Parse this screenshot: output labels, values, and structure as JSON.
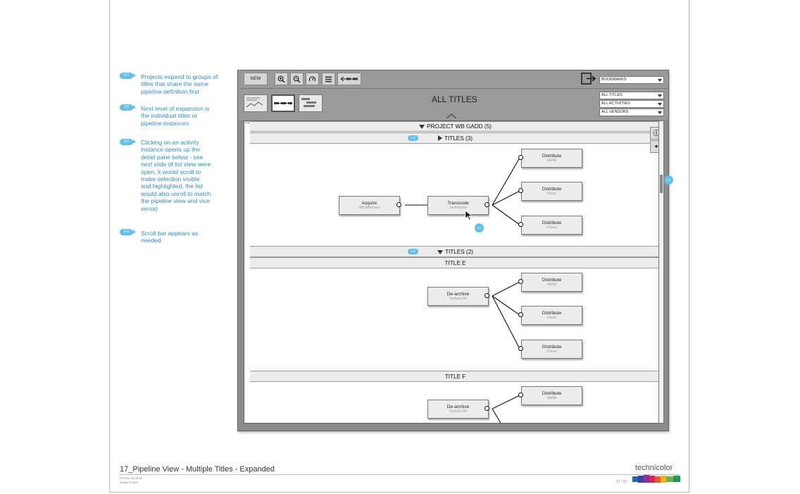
{
  "annotations": [
    {
      "badge": "1.0",
      "text": "Projects expand to groups of titles that share the same pipeline definition first"
    },
    {
      "badge": "2.0",
      "text": "Next level of expansion is the individual titles or pipeline instances"
    },
    {
      "badge": "3.0",
      "text": "Clicking on an activity instance opens up the detail pane below - see next slide (if list view were open, it would scroll to make selection visible and highlighted, the list would also unroll to match the pipeline view and vice versa)"
    },
    {
      "badge": "4.0",
      "text": "Scroll bar appears as needed"
    }
  ],
  "toolbar": {
    "new_label": "NEW",
    "bookmarks": "BOOKMARKS"
  },
  "header": {
    "title": "ALL TITLES",
    "filters": [
      "ALL TITLES",
      "ALL ACTIVITIES",
      "ALL VENDORS"
    ]
  },
  "pane": {
    "collapse_glyph": "<<",
    "project_bar": "PROJECT WB GADD (5)",
    "group1": {
      "badge": "1.0",
      "label": "TITLES (3)"
    },
    "group2": {
      "badge": "2.0",
      "label": "TITLES (2)"
    },
    "pointer_badge": "3.0",
    "scroll_badge": "4.0",
    "title_e": "TITLE E",
    "title_f": "TITLE F",
    "pipeline1": {
      "acquire": {
        "title": "Acquire",
        "vendor": "WB ARchives"
      },
      "transcode": {
        "title": "Transcode",
        "vendor": "Technicolor"
      },
      "d1": {
        "title": "Distribute",
        "vendor": "Netflix"
      },
      "d2": {
        "title": "Distribute",
        "vendor": "Hoolu"
      },
      "d3": {
        "title": "Distribute",
        "vendor": "iTunes"
      }
    },
    "pipeline_e": {
      "dearchive": {
        "title": "De-archive",
        "vendor": "Technicolor"
      },
      "d1": {
        "title": "Distribute",
        "vendor": "Netflix"
      },
      "d2": {
        "title": "Distribute",
        "vendor": "Hoolu"
      },
      "d3": {
        "title": "Distribute",
        "vendor": "iTunes"
      }
    },
    "pipeline_f": {
      "dearchive": {
        "title": "De-archive",
        "vendor": "Technicolor"
      },
      "d1": {
        "title": "Distribute",
        "vendor": "Netflix"
      }
    }
  },
  "footer": {
    "slide_title": "17_Pipeline View - Multiple Titles - Expanded",
    "date": "Fri Nov 02 2012",
    "author": "Susan Gojon",
    "page": "17 / 22",
    "logo": "technicolor"
  },
  "colors": {
    "accent": "#5ec1e8",
    "annotation_text": "#2c8fc4"
  }
}
